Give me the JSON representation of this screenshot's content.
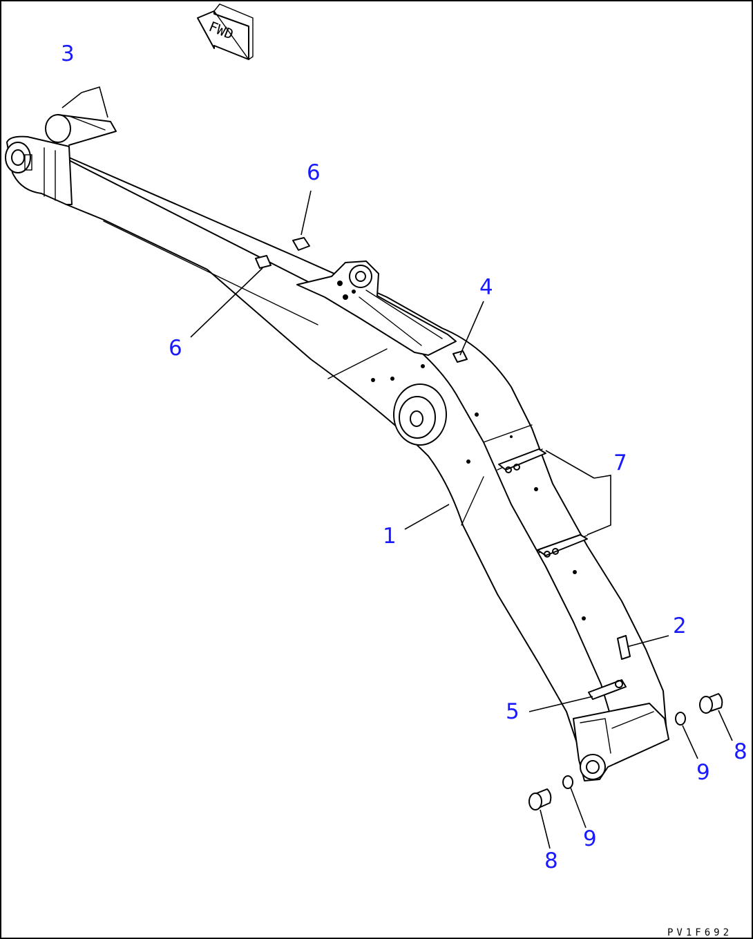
{
  "direction_label": "FWD",
  "drawing_number": "PV1F692",
  "callouts": [
    {
      "key": "c3",
      "label": "3"
    },
    {
      "key": "c6a",
      "label": "6"
    },
    {
      "key": "c6b",
      "label": "6"
    },
    {
      "key": "c4",
      "label": "4"
    },
    {
      "key": "c7",
      "label": "7"
    },
    {
      "key": "c1",
      "label": "1"
    },
    {
      "key": "c2",
      "label": "2"
    },
    {
      "key": "c5",
      "label": "5"
    },
    {
      "key": "c8a",
      "label": "8"
    },
    {
      "key": "c9a",
      "label": "9"
    },
    {
      "key": "c9b",
      "label": "9"
    },
    {
      "key": "c8b",
      "label": "8"
    }
  ],
  "colors": {
    "callout": "#1a1aff",
    "line": "#000000"
  }
}
